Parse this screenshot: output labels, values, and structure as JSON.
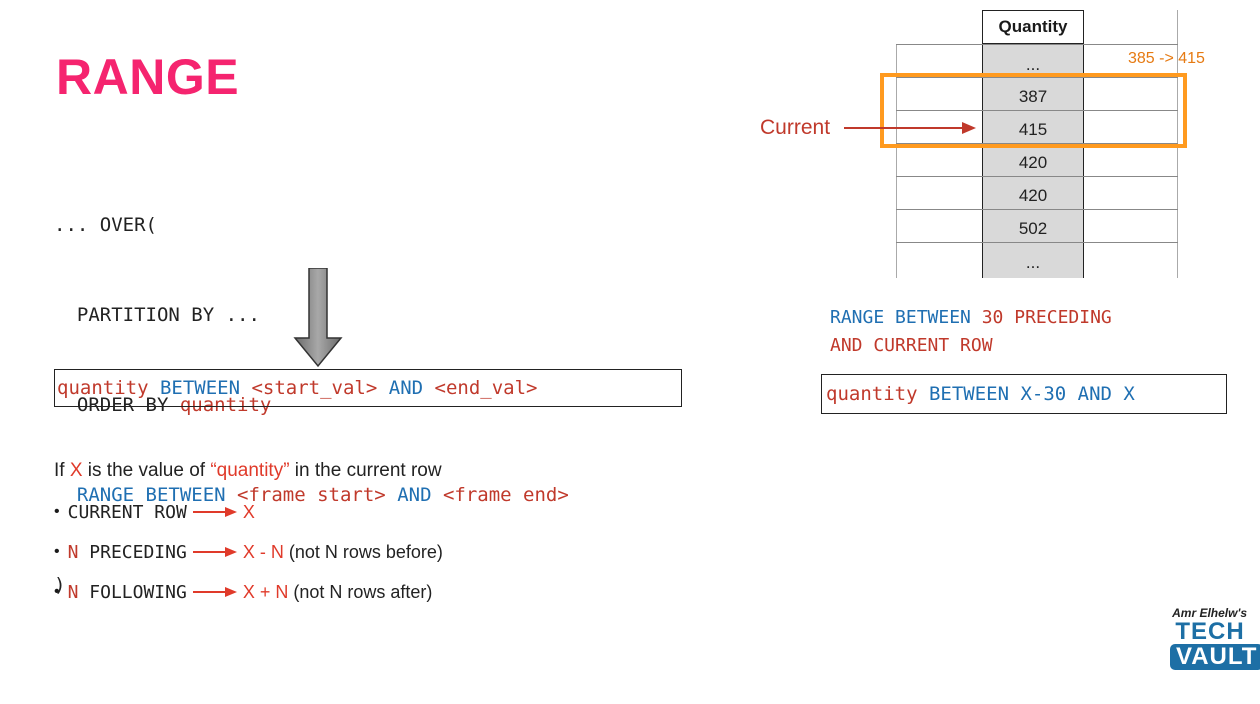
{
  "title": "RANGE",
  "code": {
    "line1": "... OVER(",
    "line2": "  PARTITION BY ...",
    "line3_kw": "  ORDER BY ",
    "line3_val": "quantity",
    "line4_kw1": "  RANGE BETWEEN ",
    "line4_start": "<frame start>",
    "line4_and": " AND ",
    "line4_end": "<frame end>",
    "line5": ")"
  },
  "result_box": {
    "col": "quantity",
    "between": " BETWEEN ",
    "start": "<start_val>",
    "and": " AND ",
    "end": "<end_val>"
  },
  "explanation": {
    "pre": "If ",
    "x": "X",
    "mid": " is the value of ",
    "q": "“quantity”",
    "post": " in the current row"
  },
  "bullets": [
    {
      "n": "",
      "kw": "CURRENT ROW",
      "val": "X",
      "val_n": "",
      "note": ""
    },
    {
      "n": "N",
      "kw": " PRECEDING",
      "val": "X - ",
      "val_n": "N",
      "note": " (not N rows before)"
    },
    {
      "n": "N",
      "kw": " FOLLOWING",
      "val": "X + ",
      "val_n": "N",
      "note": " (not N rows after)"
    }
  ],
  "table": {
    "header": "Quantity",
    "rows": [
      "...",
      "387",
      "415",
      "420",
      "420",
      "502",
      "..."
    ]
  },
  "frame_label": "385 -> 415",
  "current_label": "Current",
  "range_example": {
    "kw1": "RANGE BETWEEN ",
    "num": "30 ",
    "kw2": "PRECEDING",
    "line2": "AND CURRENT ROW"
  },
  "right_box": {
    "col": "quantity",
    "rest": " BETWEEN X-30 AND X"
  },
  "logo": {
    "byline": "Amr Elhelw's",
    "word1": "TECH",
    "word2": "VAULT"
  },
  "colors": {
    "title": "#f5246f",
    "sql_blue": "#1f6fb2",
    "sql_red": "#c0392b",
    "frame_orange": "#ff9a1f",
    "logo_blue": "#1d6fa5"
  }
}
